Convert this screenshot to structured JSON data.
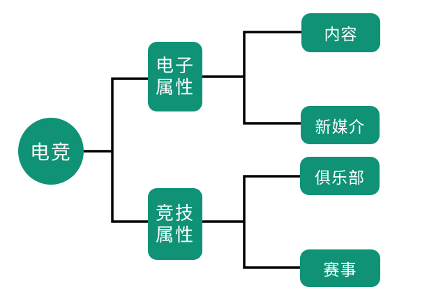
{
  "colors": {
    "node_fill": "#0f9275",
    "node_text": "#ffffff",
    "connector": "#000000",
    "background": "#ffffff"
  },
  "diagram": {
    "type": "mindmap-tree",
    "root": {
      "label": "电竞"
    },
    "branches": [
      {
        "label": "电子属性",
        "line1": "电子",
        "line2": "属性",
        "children": [
          {
            "label": "内容"
          },
          {
            "label": "新媒介"
          }
        ]
      },
      {
        "label": "竞技属性",
        "line1": "竞技",
        "line2": "属性",
        "children": [
          {
            "label": "俱乐部"
          },
          {
            "label": "赛事"
          }
        ]
      }
    ]
  }
}
